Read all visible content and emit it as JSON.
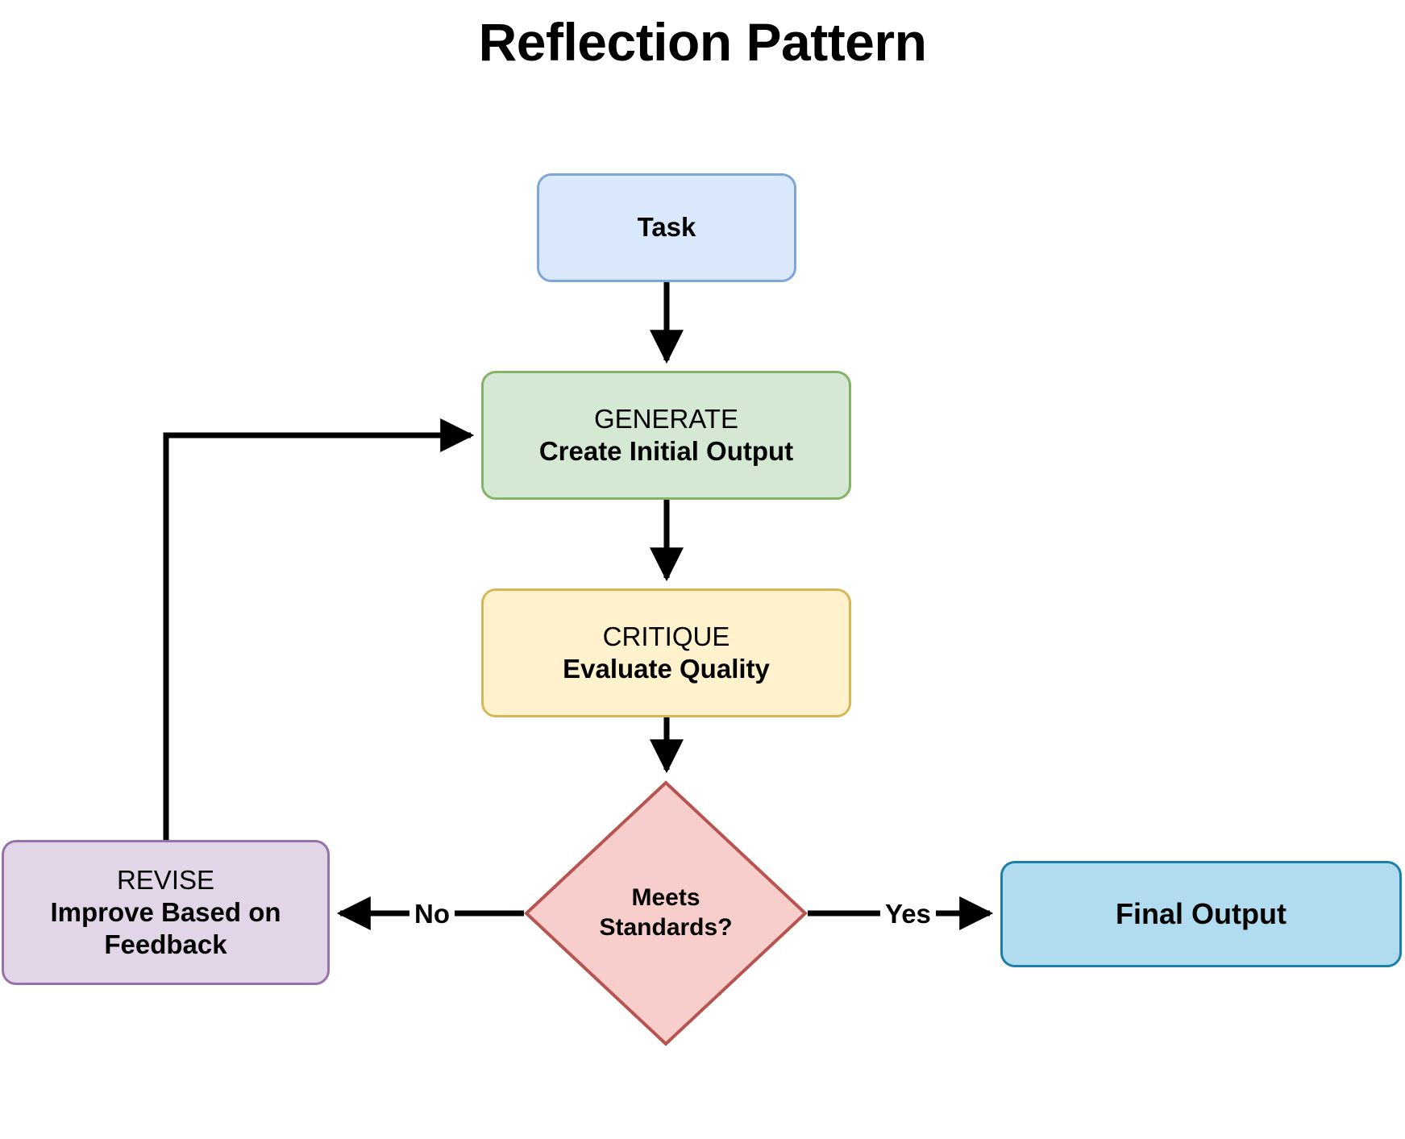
{
  "diagram": {
    "title": "Reflection Pattern",
    "type": "flowchart",
    "background_color": "#ffffff",
    "nodes": [
      {
        "id": "task",
        "shape": "rounded-rect",
        "lines": [
          {
            "text": "Task",
            "weight": "bold"
          }
        ],
        "fill": "#dae8fc",
        "stroke": "#7ea6d9"
      },
      {
        "id": "generate",
        "shape": "rounded-rect",
        "lines": [
          {
            "text": "GENERATE",
            "weight": "normal"
          },
          {
            "text": "Create Initial Output",
            "weight": "bold"
          }
        ],
        "fill": "#d5e8d4",
        "stroke": "#82b366"
      },
      {
        "id": "critique",
        "shape": "rounded-rect",
        "lines": [
          {
            "text": "CRITIQUE",
            "weight": "normal"
          },
          {
            "text": "Evaluate Quality",
            "weight": "bold"
          }
        ],
        "fill": "#fff2cc",
        "stroke": "#d6b656"
      },
      {
        "id": "decision",
        "shape": "diamond",
        "lines": [
          {
            "text": "Meets",
            "weight": "bold"
          },
          {
            "text": "Standards?",
            "weight": "bold"
          }
        ],
        "fill": "#f8cecc",
        "stroke": "#b85450"
      },
      {
        "id": "revise",
        "shape": "rounded-rect",
        "lines": [
          {
            "text": "REVISE",
            "weight": "normal"
          },
          {
            "text": "Improve Based on",
            "weight": "bold"
          },
          {
            "text": "Feedback",
            "weight": "bold"
          }
        ],
        "fill": "#e1d5e7",
        "stroke": "#9673a6"
      },
      {
        "id": "final",
        "shape": "rounded-rect",
        "lines": [
          {
            "text": "Final Output",
            "weight": "bold"
          }
        ],
        "fill": "#b1dcef",
        "stroke": "#1b7fa8"
      }
    ],
    "edges": [
      {
        "from": "task",
        "to": "generate",
        "label": ""
      },
      {
        "from": "generate",
        "to": "critique",
        "label": ""
      },
      {
        "from": "critique",
        "to": "decision",
        "label": ""
      },
      {
        "from": "decision",
        "to": "revise",
        "label": "No"
      },
      {
        "from": "decision",
        "to": "final",
        "label": "Yes"
      },
      {
        "from": "revise",
        "to": "generate",
        "label": ""
      }
    ],
    "edge_color": "#000000",
    "labels": {
      "no": "No",
      "yes": "Yes"
    }
  }
}
